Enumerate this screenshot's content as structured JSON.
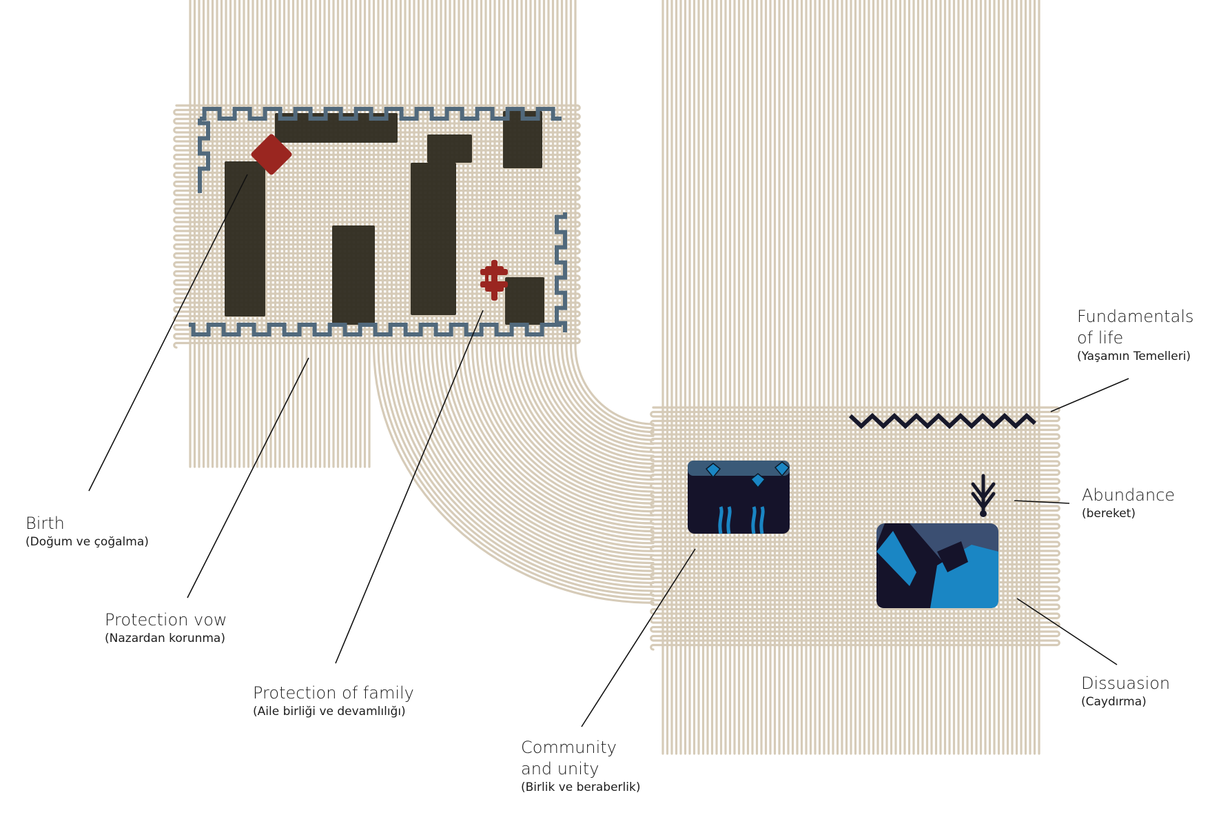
{
  "colors": {
    "thread": "#d6cbb8",
    "motif_dark": "#2e2a1f",
    "motif_red": "#9a2620",
    "border_blue": "#51697c",
    "symbol_navy": "#17182a",
    "image_blue": "#1a86c4",
    "leader": "#111111"
  },
  "labels": {
    "birth": {
      "title": "Birth",
      "subtitle": "(Doğum ve çoğalma)"
    },
    "protection_vow": {
      "title": "Protection vow",
      "subtitle": "(Nazardan korunma)"
    },
    "protection_family": {
      "title": "Protection of family",
      "subtitle": "(Aile birliği ve devamlılığı)"
    },
    "community": {
      "title_line1": "Community",
      "title_line2": "and unity",
      "subtitle": "(Birlik ve beraberlik)"
    },
    "fundamentals": {
      "title_line1": "Fundamentals",
      "title_line2": "of life",
      "subtitle": "(Yaşamın Temelleri)"
    },
    "abundance": {
      "title": "Abundance",
      "subtitle": "(bereket)"
    },
    "dissuasion": {
      "title": "Dissuasion",
      "subtitle": "(Caydırma)"
    }
  }
}
